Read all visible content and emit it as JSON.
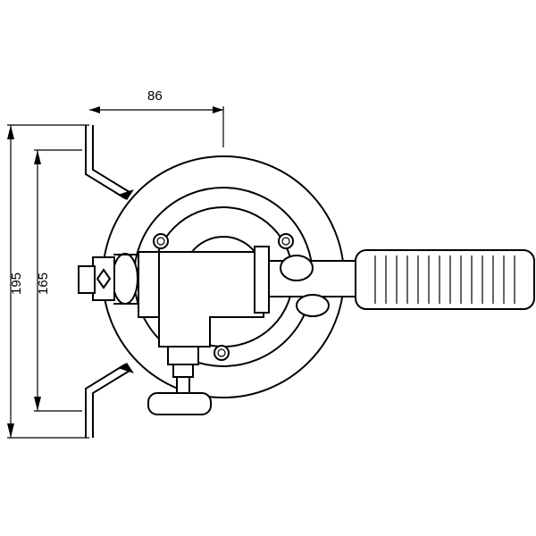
{
  "drawing": {
    "dimensions": {
      "width_top": "86",
      "overall_height": "195",
      "inner_height": "165"
    },
    "colors": {
      "line": "#000000",
      "background": "#ffffff"
    }
  }
}
